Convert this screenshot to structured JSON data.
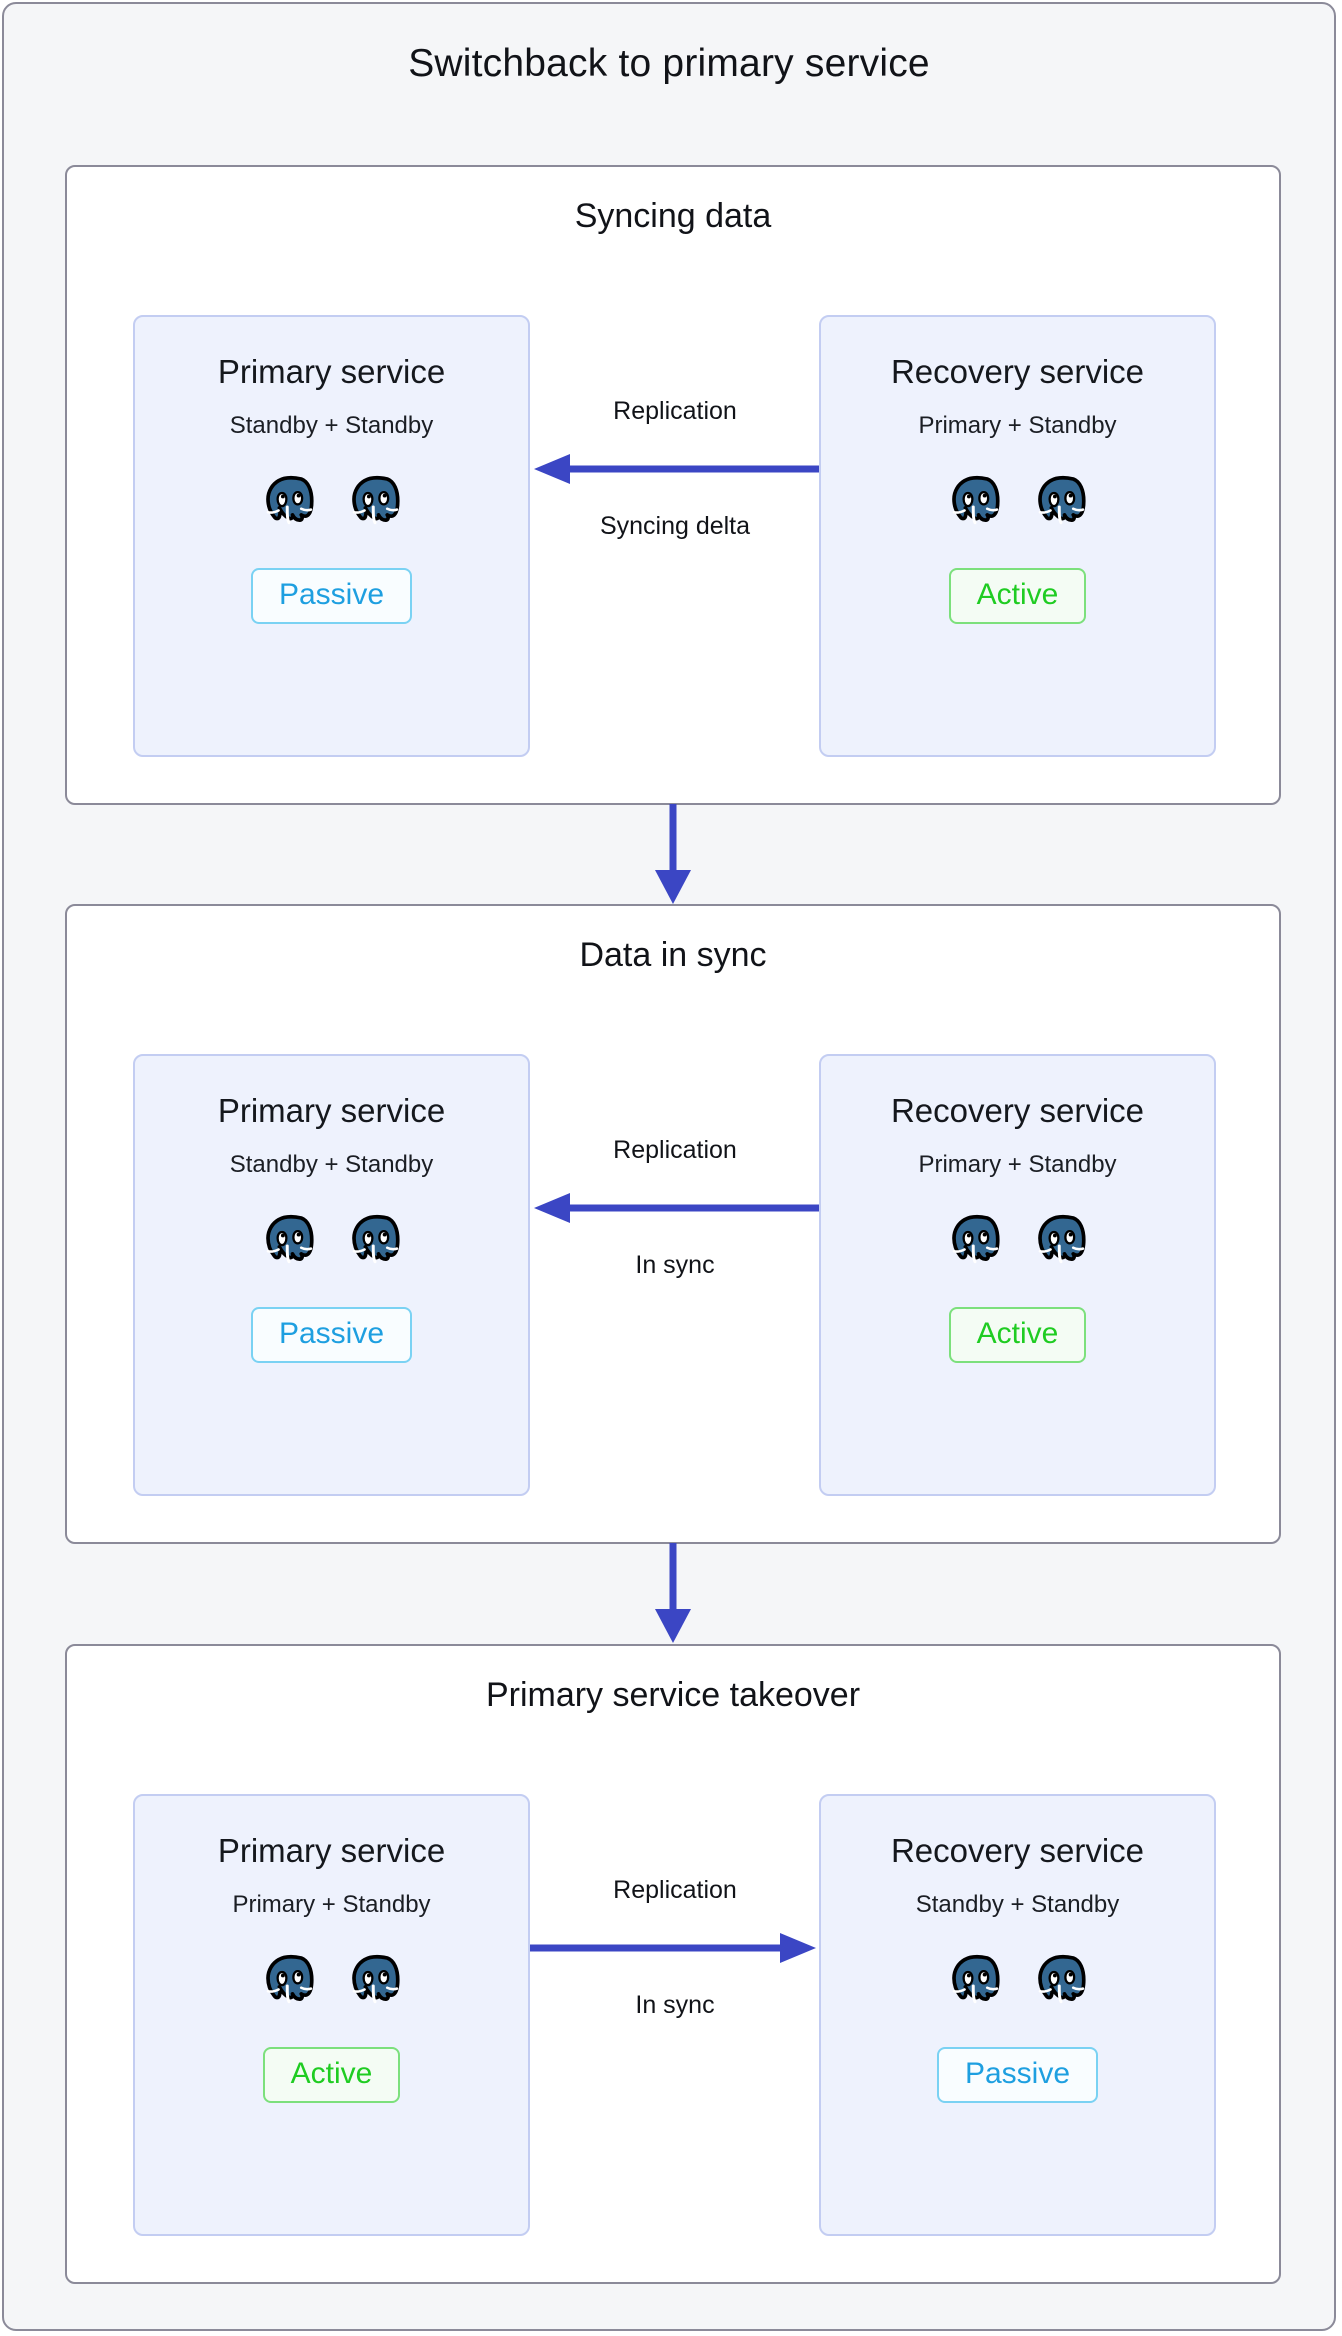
{
  "diagram": {
    "title": "Switchback to primary service",
    "accent_colors": {
      "arrow_blue": "#3b46c4",
      "card_fill": "#eef2fd",
      "card_border": "#c3cdf2",
      "passive_text": "#1e9fe0",
      "passive_border": "#7ad2f3",
      "active_text": "#1fcc22",
      "active_border": "#7ce07c",
      "postgres_blue": "#336791",
      "frame_border": "#8b8a99",
      "frame_fill": "#f5f6f8"
    },
    "node_icon": "postgresql-elephant-icon",
    "connector_icon": "down-arrow-icon",
    "stages": [
      {
        "title": "Syncing data",
        "left_card": {
          "name": "Primary service",
          "roles": "Standby + Standby",
          "nodes": 2,
          "status": "Passive",
          "status_kind": "passive"
        },
        "right_card": {
          "name": "Recovery service",
          "roles": "Primary + Standby",
          "nodes": 2,
          "status": "Active",
          "status_kind": "active"
        },
        "link": {
          "label_top": "Replication",
          "label_bottom": "Syncing delta",
          "direction": "left"
        }
      },
      {
        "title": "Data in sync",
        "left_card": {
          "name": "Primary service",
          "roles": "Standby + Standby",
          "nodes": 2,
          "status": "Passive",
          "status_kind": "passive"
        },
        "right_card": {
          "name": "Recovery service",
          "roles": "Primary + Standby",
          "nodes": 2,
          "status": "Active",
          "status_kind": "active"
        },
        "link": {
          "label_top": "Replication",
          "label_bottom": "In sync",
          "direction": "left"
        }
      },
      {
        "title": "Primary service takeover",
        "left_card": {
          "name": "Primary service",
          "roles": "Primary + Standby",
          "nodes": 2,
          "status": "Active",
          "status_kind": "active"
        },
        "right_card": {
          "name": "Recovery service",
          "roles": "Standby + Standby",
          "nodes": 2,
          "status": "Passive",
          "status_kind": "passive"
        },
        "link": {
          "label_top": "Replication",
          "label_bottom": "In sync",
          "direction": "right"
        }
      }
    ]
  }
}
